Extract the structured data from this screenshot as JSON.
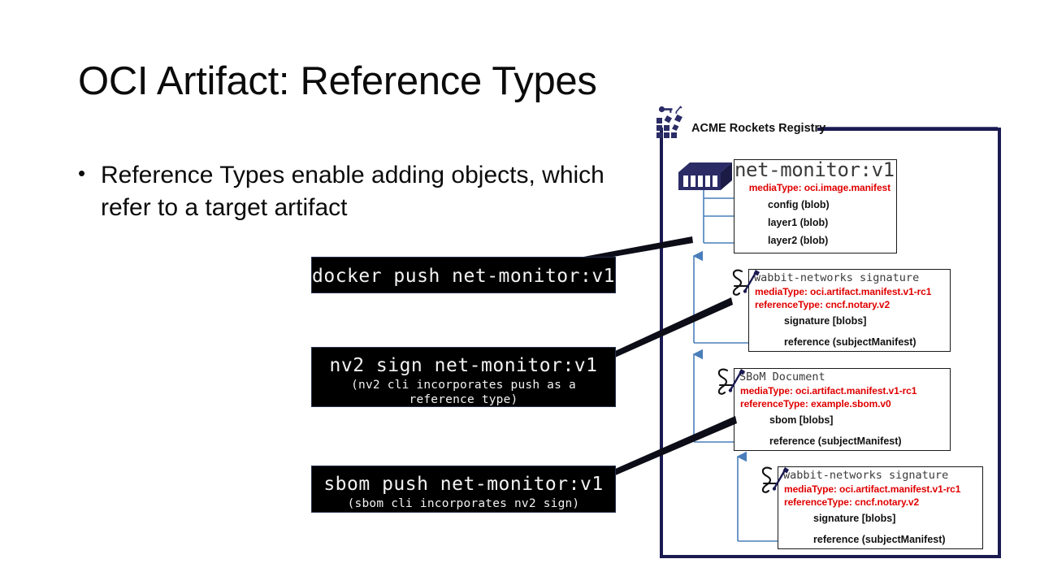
{
  "slide": {
    "title": "OCI Artifact: Reference Types",
    "bullet_marker": "•",
    "bullet": "Reference Types enable adding objects, which refer to a target artifact"
  },
  "commands": [
    {
      "id": "docker-push",
      "main": "docker push net-monitor:v1",
      "sub1": "",
      "sub2": ""
    },
    {
      "id": "nv2-sign",
      "main": "nv2 sign net-monitor:v1",
      "sub1": "(nv2 cli incorporates push as a",
      "sub2": "reference type)"
    },
    {
      "id": "sbom-push",
      "main": "sbom push net-monitor:v1",
      "sub1": "(sbom cli incorporates nv2 sign)",
      "sub2": ""
    }
  ],
  "registry": {
    "title": "ACME Rockets Registry",
    "logo_icon": "registry-blocks-key-icon",
    "border_color": "#1b1b52"
  },
  "manifests": [
    {
      "id": "net-monitor",
      "icon": "container-box-icon",
      "title": "net-monitor:v1",
      "mediaType_label": "mediaType",
      "mediaType_value": "oci.image.manifest",
      "referenceType_label": "",
      "referenceType_value": "",
      "items": [
        "config (blob)",
        "layer1 (blob)",
        "layer2 (blob)"
      ]
    },
    {
      "id": "wabbit-signature-1",
      "icon": "signature-pen-icon",
      "title": "wabbit-networks signature",
      "mediaType_label": "mediaType",
      "mediaType_value": "oci.artifact.manifest.v1-rc1",
      "referenceType_label": "referenceType",
      "referenceType_value": "cncf.notary.v2",
      "items": [
        "signature [blobs]",
        "reference (subjectManifest)"
      ]
    },
    {
      "id": "sbom-document",
      "icon": "signature-pen-icon",
      "title": "SBoM Document",
      "mediaType_label": "mediaType",
      "mediaType_value": "oci.artifact.manifest.v1-rc1",
      "referenceType_label": "referenceType",
      "referenceType_value": "example.sbom.v0",
      "items": [
        "sbom [blobs]",
        "reference (subjectManifest)"
      ]
    },
    {
      "id": "wabbit-signature-2",
      "icon": "signature-pen-icon",
      "title": "wabbit-networks signature",
      "mediaType_label": "mediaType",
      "mediaType_value": "oci.artifact.manifest.v1-rc1",
      "referenceType_label": "referenceType",
      "referenceType_value": "cncf.notary.v2",
      "items": [
        "signature [blobs]",
        "reference (subjectManifest)"
      ]
    }
  ],
  "colors": {
    "red": "#e00000",
    "navy": "#1b1b52",
    "wire_blue": "#4a7ebb",
    "terminal_bg": "#000000",
    "terminal_text": "#f2f2f2"
  }
}
